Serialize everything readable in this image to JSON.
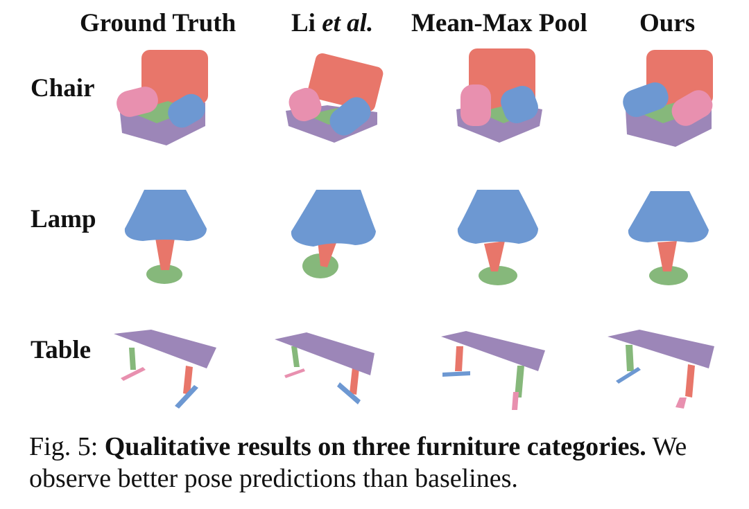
{
  "figure": {
    "columns": [
      {
        "label": "Ground Truth"
      },
      {
        "label_prefix": "Li ",
        "label_italic": "et al."
      },
      {
        "label": "Mean-Max Pool"
      },
      {
        "label": "Ours"
      }
    ],
    "rows": [
      "Chair",
      "Lamp",
      "Table"
    ],
    "colors": {
      "red": "#E8766A",
      "green": "#86B87B",
      "blue": "#6D98D2",
      "pink": "#E890AF",
      "purple": "#9C86B8"
    }
  },
  "caption": {
    "prefix": "Fig. 5: ",
    "bold": "Qualitative results on three furniture categories.",
    "rest": " We observe better pose predictions than baselines."
  }
}
